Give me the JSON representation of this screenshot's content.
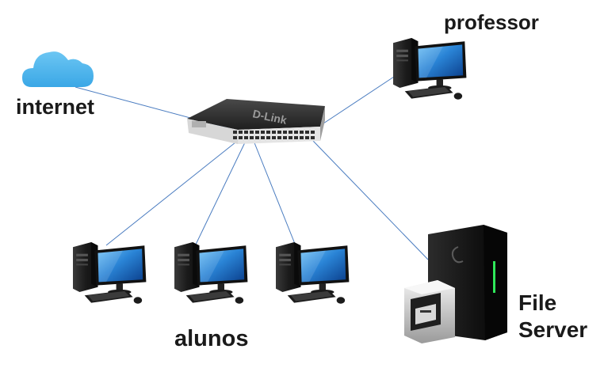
{
  "diagram": {
    "labels": {
      "internet": "internet",
      "professor": "professor",
      "students": "alunos",
      "file_server_line1": "File",
      "file_server_line2": "Server"
    },
    "switch_brand": "D-Link",
    "link_color": "#4a7cc0",
    "cloud_color": "#4fb3ea",
    "monitor_screen_color": "#2a84d6",
    "server_led_color": "#2fe85a"
  }
}
